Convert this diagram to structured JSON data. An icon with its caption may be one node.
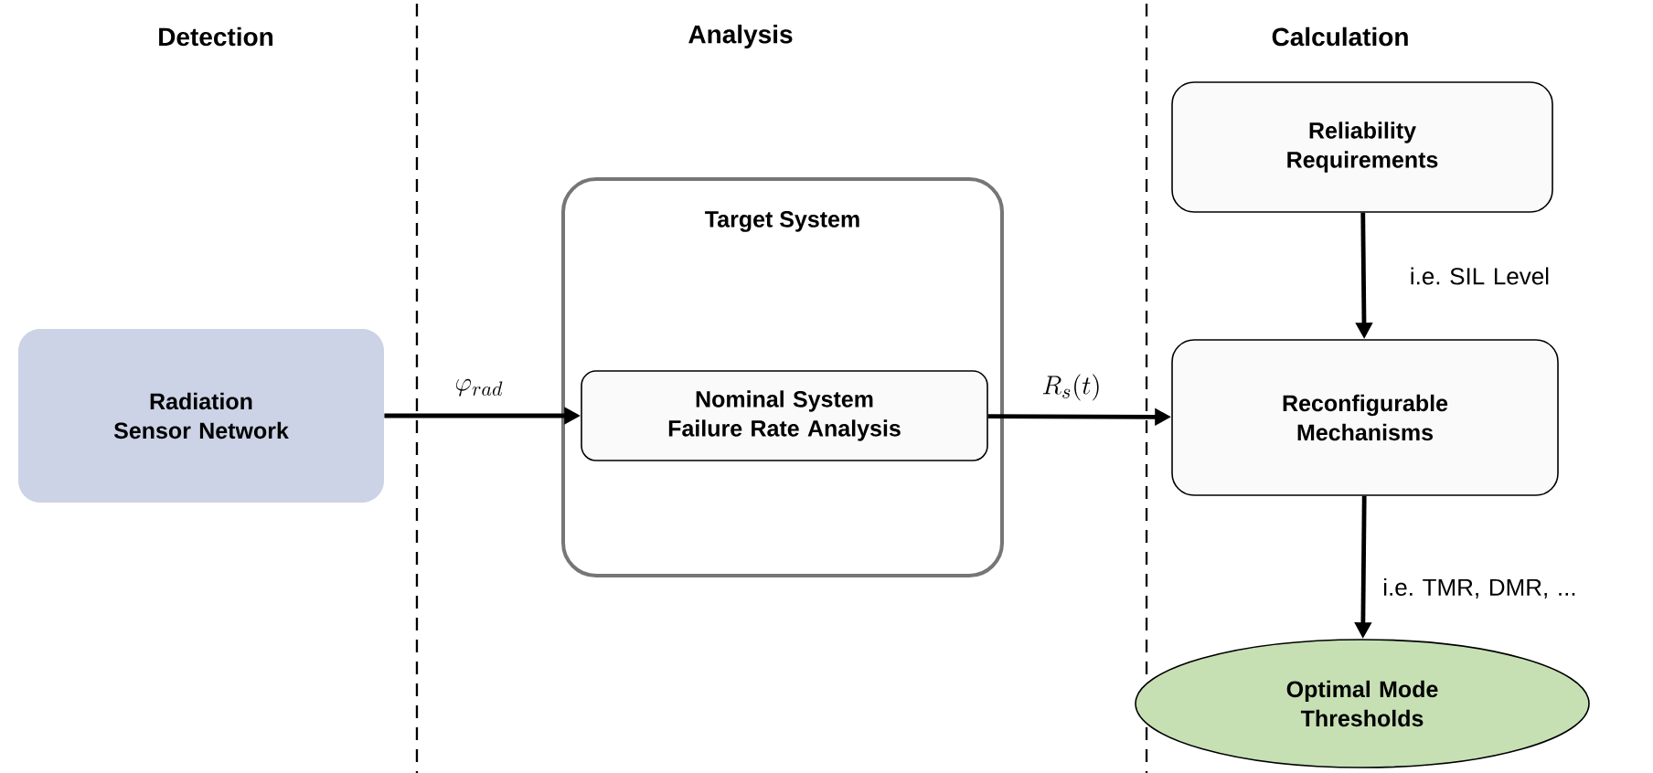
{
  "diagram": {
    "nodes": [
      {
        "text": [
          "Radiation Sensor Network"
        ]
      },
      {
        "text": [
          "Target System"
        ]
      },
      {
        "text": [
          "Nominal System Failure Rate Analysis"
        ],
        "in": 1
      },
      {
        "text": [
          "Reliability Requirements"
        ]
      },
      {
        "text": [
          "Reconfigurable Mechanisms"
        ]
      },
      {
        "text": [
          "Optimal Mode Thresholds"
        ]
      }
    ],
    "edges": [
      {
        "from": 0,
        "to": 2,
        "arrow": "to",
        "label": "\\varphi_{rad}"
      },
      {
        "from": 2,
        "to": 4,
        "arrow": "to",
        "label": "R_s(t)"
      },
      {
        "from": 3,
        "to": 4,
        "arrow": "to",
        "label": "i.e. SIL Level"
      },
      {
        "from": 4,
        "to": 5,
        "arrow": "to",
        "label": "i.e. TMR, DMR, ..."
      }
    ],
    "labels": [
      "Detection",
      "Analysis",
      "Calculation"
    ]
  }
}
